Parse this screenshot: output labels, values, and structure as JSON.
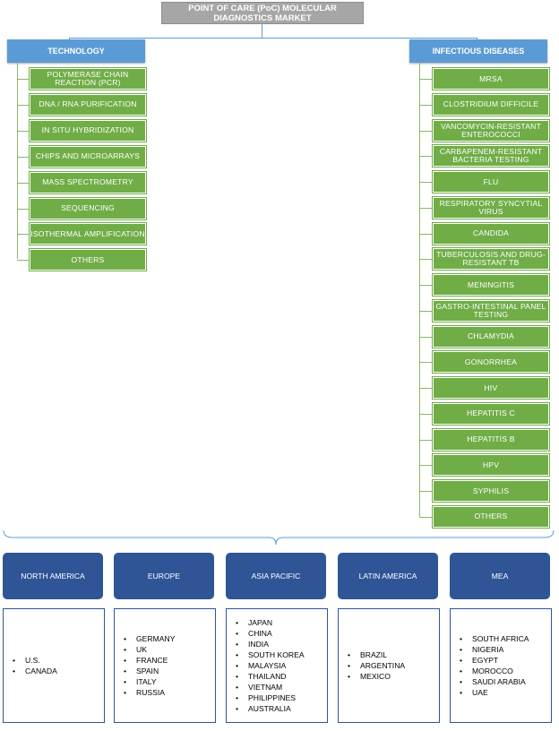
{
  "title": "POINT OF CARE (PoC) MOLECULAR DIAGNOSTICS MARKET",
  "technology": {
    "label": "TECHNOLOGY",
    "items": [
      "POLYMERASE CHAIN REACTION (PCR)",
      "DNA / RNA PURIFICATION",
      "IN SITU HYBRIDIZATION",
      "CHIPS AND MICROARRAYS",
      "MASS SPECTROMETRY",
      "SEQUENCING",
      "ISOTHERMAL AMPLIFICATION",
      "OTHERS"
    ]
  },
  "infectious": {
    "label": "INFECTIOUS DISEASES",
    "items": [
      "MRSA",
      "CLOSTRIDIUM DIFFICILE",
      "VANCOMYCIN-RESISTANT ENTEROCOCCI",
      "CARBAPENEM-RESISTANT BACTERIA TESTING",
      "FLU",
      "RESPIRATORY SYNCYTIAL VIRUS",
      "CANDIDA",
      "TUBERCULOSIS AND DRUG-RESISTANT TB",
      "MENINGITIS",
      "GASTRO-INTESTINAL PANEL TESTING",
      "CHLAMYDIA",
      "GONORRHEA",
      "HIV",
      "HEPATITIS C",
      "HEPATITIS B",
      "HPV",
      "SYPHILIS",
      "OTHERS"
    ]
  },
  "regions": [
    {
      "name": "NORTH AMERICA",
      "countries": [
        "U.S.",
        "CANADA"
      ]
    },
    {
      "name": "EUROPE",
      "countries": [
        "GERMANY",
        "UK",
        "FRANCE",
        "SPAIN",
        "ITALY",
        "RUSSIA"
      ]
    },
    {
      "name": "ASIA PACIFIC",
      "countries": [
        "JAPAN",
        "CHINA",
        "INDIA",
        "SOUTH KOREA",
        "MALAYSIA",
        "THAILAND",
        "VIETNAM",
        "PHILIPPINES",
        "AUSTRALIA"
      ]
    },
    {
      "name": "LATIN AMERICA",
      "countries": [
        "BRAZIL",
        "ARGENTINA",
        "MEXICO"
      ]
    },
    {
      "name": "MEA",
      "countries": [
        "SOUTH AFRICA",
        "NIGERIA",
        "EGYPT",
        "MOROCCO",
        "SAUDI ARABIA",
        "UAE"
      ]
    }
  ]
}
